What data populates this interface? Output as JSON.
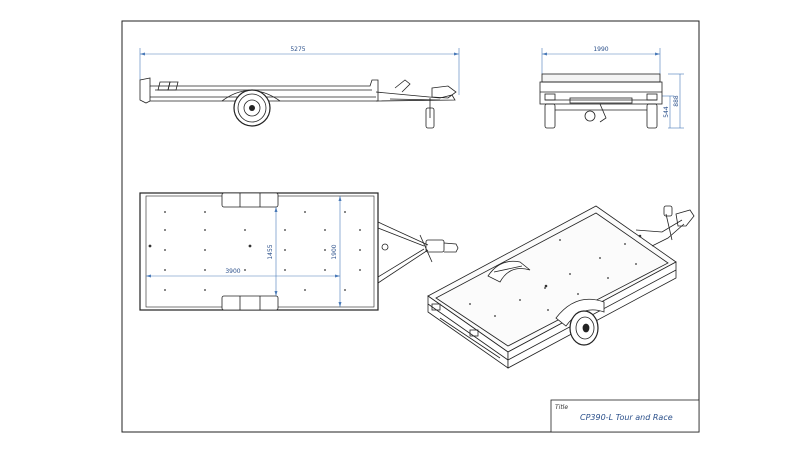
{
  "drawing": {
    "dimensions": {
      "side_length": "5275",
      "front_width": "1990",
      "front_height_total": "888",
      "front_height_deck": "544",
      "top_length": "3900",
      "top_width": "1900",
      "top_inner_width": "1455"
    },
    "title_block": {
      "label": "Title",
      "name": "CP390-L Tour and Race"
    },
    "colors": {
      "line": "#222222",
      "dimension": "#4a7ab8",
      "dimension_text": "#2a4f8a"
    }
  }
}
